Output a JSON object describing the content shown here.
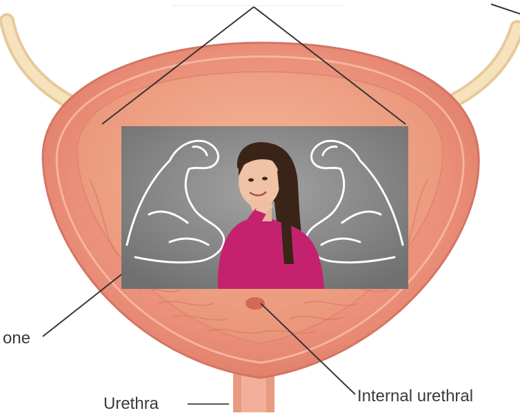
{
  "labels": {
    "trigone": "one",
    "internal_urethral": "Internal urethral",
    "urethra": "Urethra"
  },
  "colors": {
    "background": "#ffffff",
    "ureter": "#f3dcb0",
    "bladder_wall": "#e88e76",
    "bladder_inner": "#f2a385",
    "inset_wall": "#8c8c8c",
    "shirt": "#c4226f",
    "hair": "#3a2418",
    "arm_sketch": "#ffffff"
  },
  "icons": {
    "inset": "woman-with-muscle-arms-sketch"
  }
}
